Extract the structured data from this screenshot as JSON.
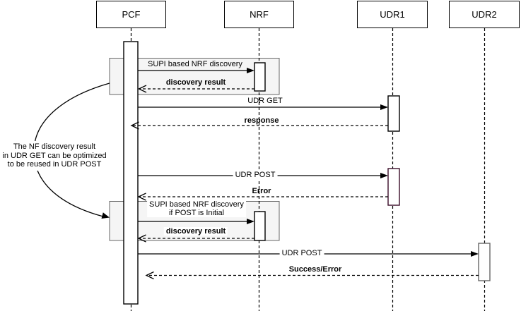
{
  "diagram": {
    "type": "sequence",
    "actors": [
      {
        "name": "PCF"
      },
      {
        "name": "NRF"
      },
      {
        "name": "UDR1"
      },
      {
        "name": "UDR2"
      }
    ],
    "messages": [
      {
        "label": "SUPI based NRF discovery",
        "from": "PCF",
        "to": "NRF",
        "style": "solid"
      },
      {
        "label": "discovery result",
        "from": "NRF",
        "to": "PCF",
        "style": "dashed"
      },
      {
        "label": "UDR GET",
        "from": "PCF",
        "to": "UDR1",
        "style": "solid"
      },
      {
        "label": "response",
        "from": "UDR1",
        "to": "PCF",
        "style": "dashed"
      },
      {
        "label": "UDR POST",
        "from": "PCF",
        "to": "UDR1",
        "style": "solid"
      },
      {
        "label": "Error",
        "from": "UDR1",
        "to": "PCF",
        "style": "dashed"
      },
      {
        "label": "SUPI based NRF discovery",
        "label2": "if POST is Initial",
        "from": "PCF",
        "to": "NRF",
        "style": "solid"
      },
      {
        "label": "discovery result",
        "from": "NRF",
        "to": "PCF",
        "style": "dashed"
      },
      {
        "label": "UDR POST",
        "from": "PCF",
        "to": "UDR2",
        "style": "solid"
      },
      {
        "label": "Success/Error",
        "from": "UDR2",
        "to": "PCF",
        "style": "dashed"
      }
    ],
    "annotation": {
      "line1": "The NF discovery result",
      "line2": "in UDR GET can be optimized",
      "line3": "to be reused in UDR POST"
    },
    "colors": {
      "background": "#ffffff",
      "frame_fill": "#f5f5f5",
      "frame_border": "#666666",
      "line": "#000000",
      "activation_fill": "#ffffff",
      "activation_border_default": "#000000",
      "activation_border_udr1_second": "#3a0b28",
      "activation_border_udr2": "#666666"
    }
  }
}
